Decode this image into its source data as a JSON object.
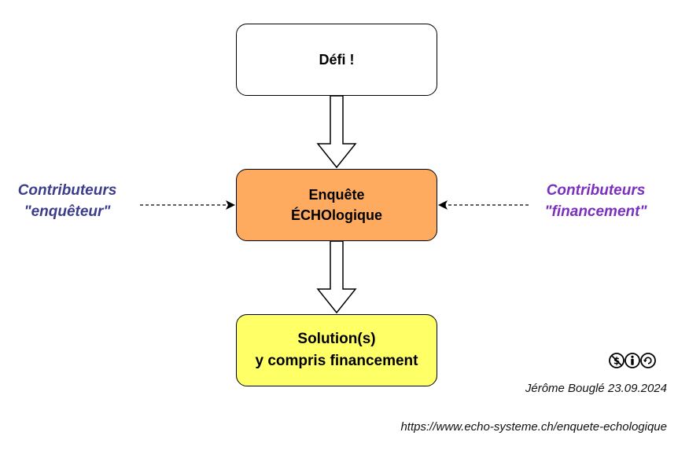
{
  "diagram": {
    "boxes": {
      "defi": {
        "lines": [
          "Défi !"
        ],
        "color": "#ffffff"
      },
      "enquete": {
        "lines": [
          "Enquête",
          "ÉCHOlogique"
        ],
        "color": "#ffab5f"
      },
      "solution": {
        "lines": [
          "Solution(s)",
          "y compris financement"
        ],
        "color": "#ffff66"
      }
    },
    "contributors": {
      "left": {
        "lines": [
          "Contributeurs",
          "\"enquêteur\""
        ],
        "color": "#3c3c8c"
      },
      "right": {
        "lines": [
          "Contributeurs",
          "\"financement\""
        ],
        "color": "#7a2fbe"
      }
    },
    "license_icon": "cc-by-nc-sa-icon",
    "author": "Jérôme Bouglé 23.09.2024",
    "url": "https://www.echo-systeme.ch/enquete-echologique"
  }
}
